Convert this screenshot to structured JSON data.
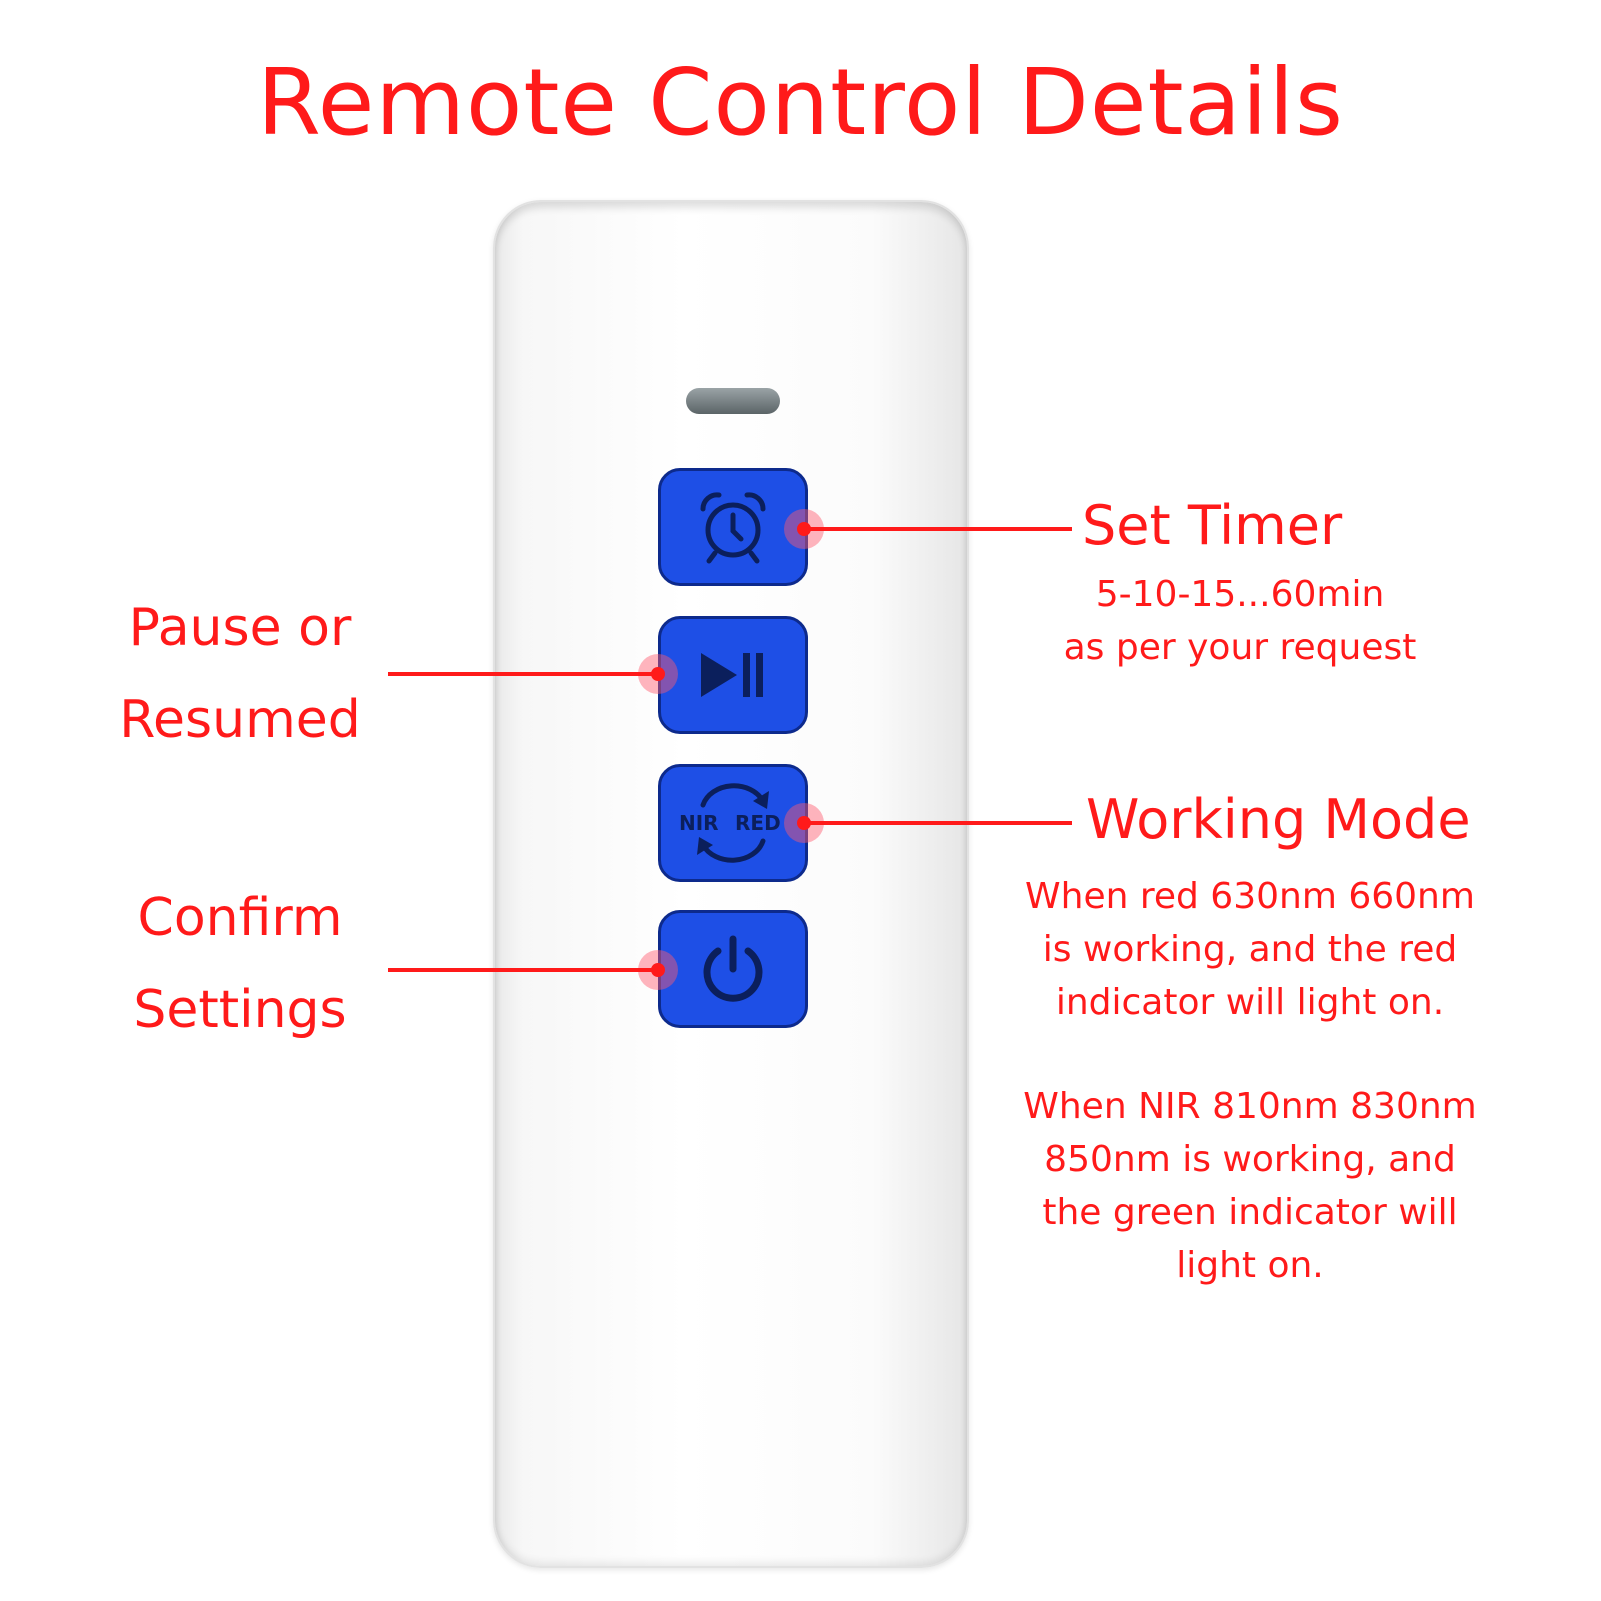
{
  "title": "Remote Control Details",
  "colors": {
    "accent_red": "#ff1a1a",
    "button_blue": "#1e4fe6",
    "icon_dark": "#0b1f5c"
  },
  "buttons": {
    "timer": {
      "icon": "alarm-clock-icon"
    },
    "play_pause": {
      "icon": "play-pause-icon"
    },
    "mode": {
      "icon": "cycle-arrows-icon",
      "left_text": "NIR",
      "right_text": "RED"
    },
    "power": {
      "icon": "power-icon"
    }
  },
  "callouts": {
    "set_timer": {
      "heading": "Set Timer",
      "lines": [
        "5-10-15...60min",
        "as per your request"
      ]
    },
    "pause": {
      "lines": [
        "Pause or",
        "Resumed"
      ]
    },
    "working_mode": {
      "heading": "Working Mode",
      "paragraph1": [
        "When red 630nm 660nm",
        "is working, and the red",
        "indicator will light on."
      ],
      "paragraph2": [
        "When NIR 810nm 830nm",
        "850nm is working, and",
        "the green indicator will",
        "light on."
      ]
    },
    "confirm": {
      "lines": [
        "Confirm",
        "Settings"
      ]
    }
  }
}
